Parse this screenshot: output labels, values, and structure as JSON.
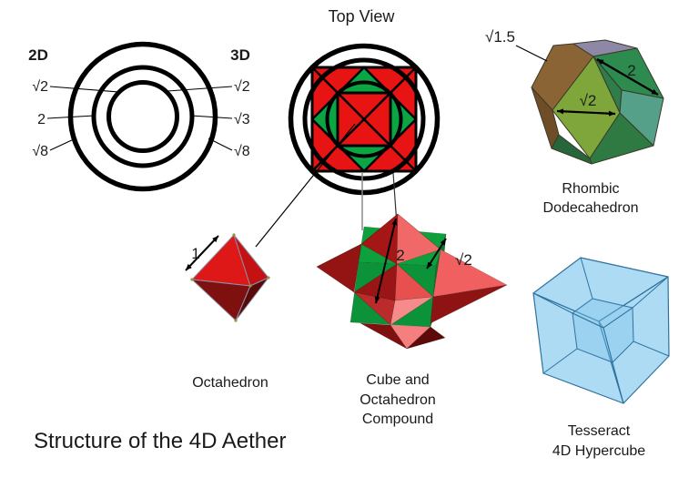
{
  "title": "Structure of the 4D Aether",
  "top_view": {
    "label": "Top View"
  },
  "circles": {
    "heading_2d": "2D",
    "heading_3d": "3D",
    "left_labels": [
      "√2",
      "2",
      "√8"
    ],
    "right_labels": [
      "√2",
      "√3",
      "√8"
    ]
  },
  "rhombic": {
    "edge_label": "√1.5",
    "diag_long": "2",
    "diag_short": "√2",
    "caption1": "Rhombic",
    "caption2": "Dodecahedron"
  },
  "octahedron": {
    "edge_label": "1",
    "caption": "Octahedron"
  },
  "compound": {
    "diag_label": "2",
    "edge_label": "√2",
    "caption1": "Cube and",
    "caption2": "Octahedron",
    "caption3": "Compound"
  },
  "tesseract": {
    "caption1": "Tesseract",
    "caption2": "4D Hypercube"
  },
  "colors": {
    "red": "#E81414",
    "green": "#0BA544",
    "dark_red": "#7E1010",
    "salmon": "#F16868",
    "brown": "#8A6434",
    "purple": "#8E87A6",
    "teal": "#55A089",
    "light_green_face": "#7FA63A",
    "tesseract_blue": "#7CC6EB",
    "tesseract_edge": "#2F729F",
    "black": "#000000"
  }
}
